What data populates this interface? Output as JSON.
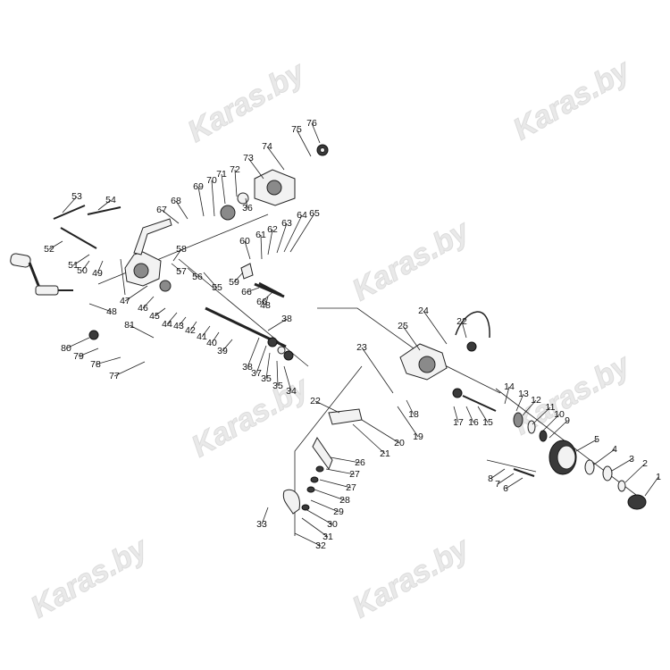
{
  "watermark": "Karas.by",
  "part_labels": [
    "1",
    "2",
    "3",
    "4",
    "5",
    "6",
    "7",
    "8",
    "9",
    "10",
    "11",
    "12",
    "13",
    "14",
    "15",
    "16",
    "17",
    "18",
    "19",
    "20",
    "21",
    "22",
    "22",
    "23",
    "24",
    "25",
    "26",
    "27",
    "27",
    "28",
    "29",
    "30",
    "31",
    "32",
    "33",
    "34",
    "35",
    "35",
    "36",
    "37",
    "38",
    "38",
    "39",
    "40",
    "41",
    "42",
    "43",
    "44",
    "45",
    "46",
    "47",
    "48",
    "48",
    "49",
    "50",
    "51",
    "52",
    "53",
    "54",
    "55",
    "56",
    "57",
    "58",
    "59",
    "60",
    "61",
    "62",
    "63",
    "64",
    "65",
    "66",
    "66",
    "67",
    "68",
    "69",
    "70",
    "71",
    "72",
    "73",
    "74",
    "75",
    "76",
    "77",
    "78",
    "79",
    "80",
    "81"
  ]
}
